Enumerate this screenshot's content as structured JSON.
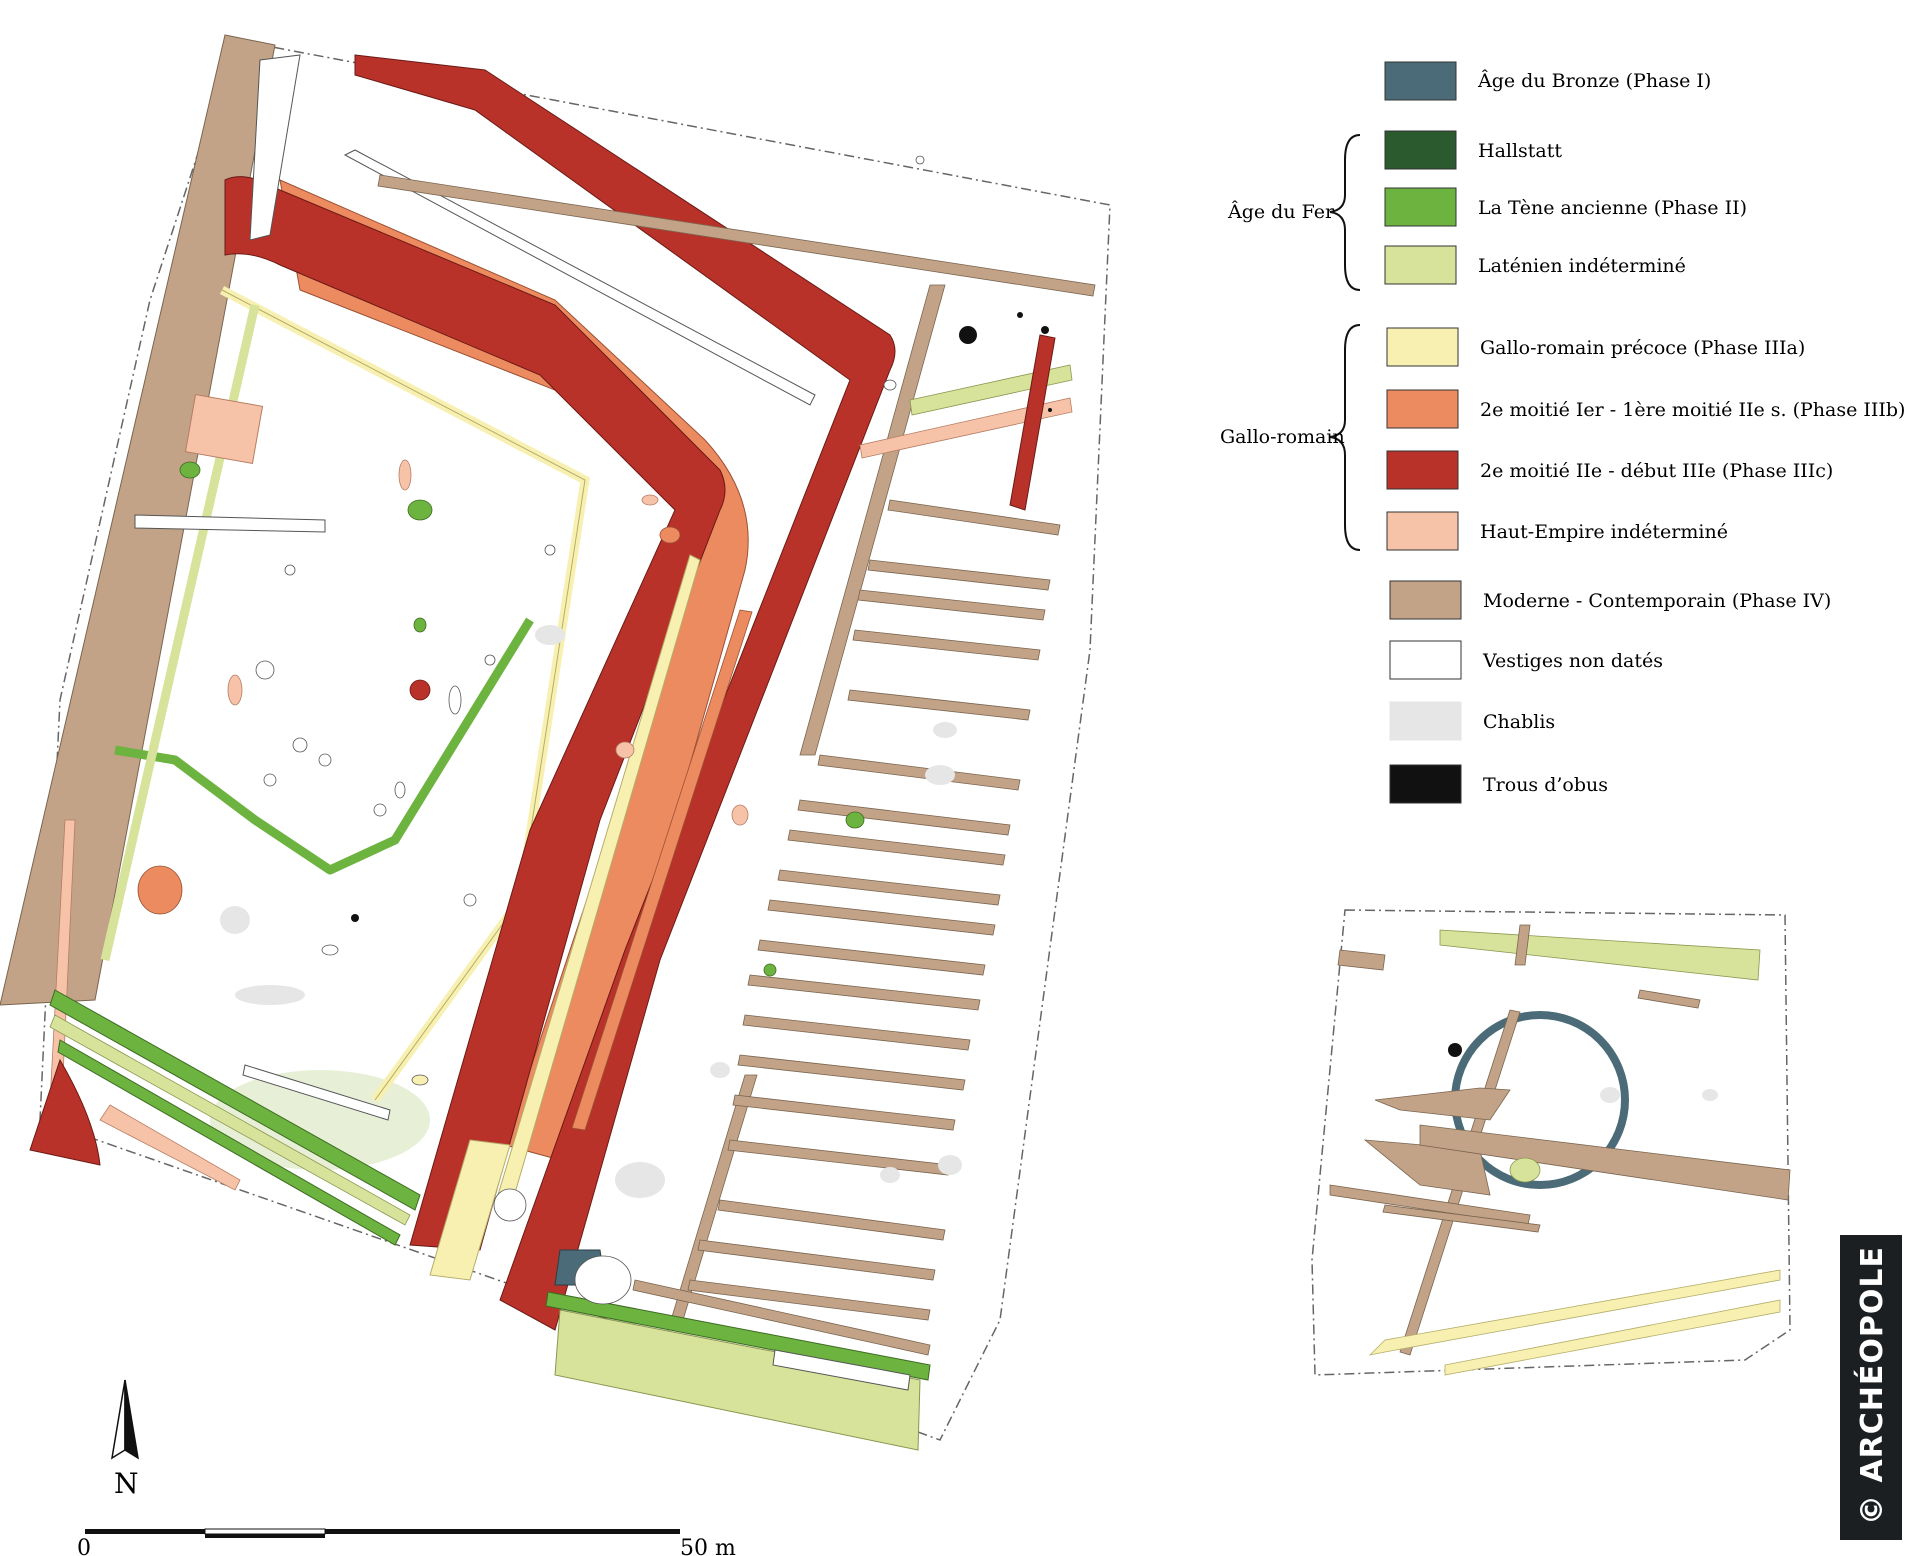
{
  "colors": {
    "bronze": "#4a6b77",
    "hallstatt": "#2a5a2e",
    "tene": "#6db33f",
    "latenien": "#d7e39a",
    "gallo_precoce": "#f7f0b0",
    "gallo_IIIb": "#ec8a60",
    "gallo_IIIc": "#b8322a",
    "haut_empire": "#f7c3a8",
    "moderne": "#c2a387",
    "non_dates": "#ffffff",
    "chablis": "#e6e6e6",
    "obus": "#111111"
  },
  "legend": {
    "groups": [
      {
        "label": "Âge du Fer"
      },
      {
        "label": "Gallo-romain"
      }
    ],
    "items": [
      {
        "label": "Âge du Bronze (Phase I)"
      },
      {
        "label": "Hallstatt"
      },
      {
        "label": "La Tène ancienne (Phase II)"
      },
      {
        "label": "Laténien indéterminé"
      },
      {
        "label": "Gallo-romain précoce (Phase IIIa)"
      },
      {
        "label": "2e moitié Ier - 1ère moitié IIe s. (Phase IIIb)"
      },
      {
        "label": "2e moitié IIe - début IIIe (Phase IIIc)"
      },
      {
        "label": "Haut-Empire indéterminé"
      },
      {
        "label": "Moderne - Contemporain (Phase IV)"
      },
      {
        "label": "Vestiges non datés"
      },
      {
        "label": "Chablis"
      },
      {
        "label": "Trous d’obus"
      }
    ]
  },
  "north_arrow": {
    "label": "N"
  },
  "scale_bar": {
    "start_label": "0",
    "end_label": "50 m"
  },
  "logo": {
    "text": "© ARCHÉOPOLE"
  }
}
